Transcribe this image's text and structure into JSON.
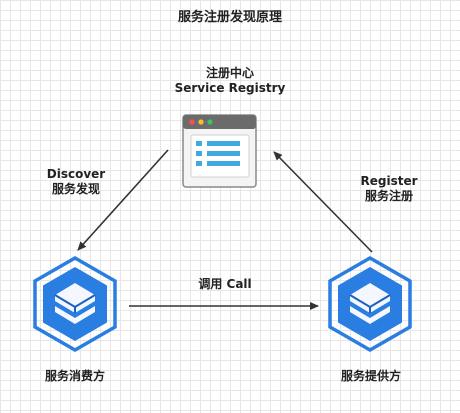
{
  "title": "服务注册发现原理",
  "registry": {
    "label_cn": "注册中心",
    "label_en": "Service Registry"
  },
  "consumer": {
    "label": "服务消费方"
  },
  "provider": {
    "label": "服务提供方"
  },
  "edges": {
    "discover_en": "Discover",
    "discover_cn": "服务发现",
    "register_en": "Register",
    "register_cn": "服务注册",
    "call": "调用 Call"
  },
  "icons": {
    "registry": "browser-window-list-icon",
    "consumer": "stacked-box-hexagon-icon",
    "provider": "stacked-box-hexagon-icon"
  },
  "colors": {
    "node_blue": "#2a7de1",
    "node_blue_dark": "#1a5fc4",
    "window_gray": "#6b6b6b",
    "list_blue": "#3fa9e0",
    "arrow": "#333333"
  }
}
